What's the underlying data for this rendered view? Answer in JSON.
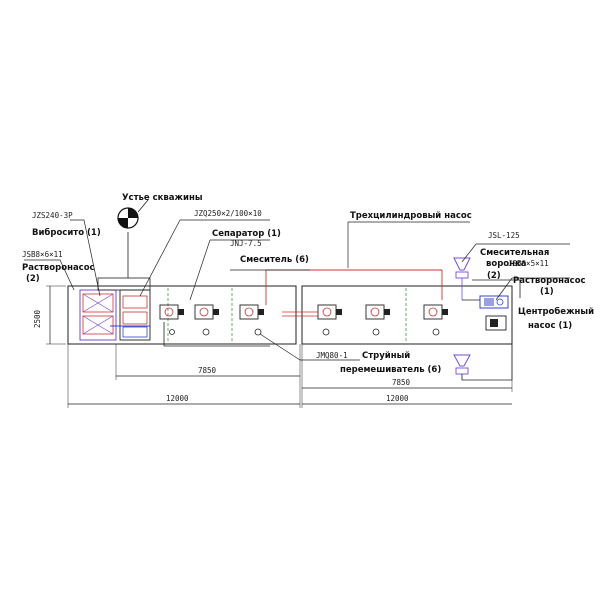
{
  "labels": {
    "wellhead": "Устье скважины",
    "jzs_code": "JZS240-3P",
    "vibrosito": "Вибросито (1)",
    "jsb_code": "JSB8×6×11",
    "mud_pump2": "Растворонасос",
    "mud_pump2_qty": "(2)",
    "jzq_code": "JZQ250×2/100×10",
    "separator": "Сепаратор (1)",
    "jnj_code": "JNJ-7.5",
    "mixer": "Смеситель (6)",
    "triplex": "Трехцилиндровый насос",
    "jsl_code": "JSL-125",
    "funnel": "Смесительная",
    "funnel2": "воронка",
    "funnel_qty": "(2)",
    "jsb_right_code": "JSB6×5×11",
    "mud_pump1": "Растворонасос",
    "mud_pump1_qty": "(1)",
    "centrifugal": "Центробежный",
    "centrifugal2": "насос (1)",
    "jmq_code": "JMQ80-1",
    "jet": "Струйный",
    "jet2": "перемешиватель (6)"
  },
  "dimensions": {
    "height": "2500",
    "inner_left": "7850",
    "inner_right": "7850",
    "total_left": "12000",
    "total_right": "12000"
  },
  "colors": {
    "line": "#222222",
    "pipe": "#cc3333",
    "purple": "#7a4ad8",
    "blue": "#3344cc",
    "green": "#2a8a2a"
  }
}
